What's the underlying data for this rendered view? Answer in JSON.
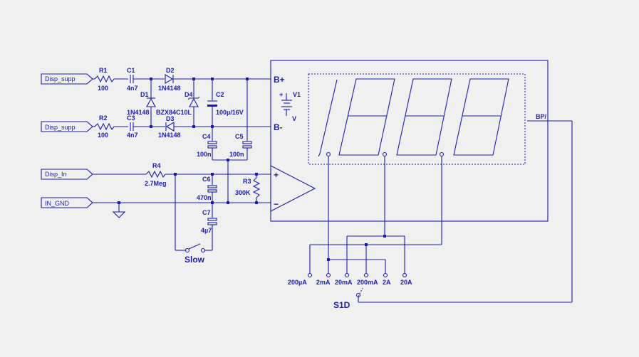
{
  "colors": {
    "wire": "#1c1cb0",
    "background": "#f0f0f0"
  },
  "net_labels": {
    "disp_supp_1": "Disp_supp",
    "disp_supp_2": "Disp_supp",
    "disp_in": "Disp_In",
    "in_gnd": "IN_GND",
    "bp": "BP/"
  },
  "components": {
    "r1": {
      "ref": "R1",
      "value": "100"
    },
    "r2": {
      "ref": "R2",
      "value": "100"
    },
    "r3": {
      "ref": "R3",
      "value": "300K"
    },
    "r4": {
      "ref": "R4",
      "value": "2.7Meg"
    },
    "c1": {
      "ref": "C1",
      "value": "4n7"
    },
    "c3": {
      "ref": "C3",
      "value": "4n7"
    },
    "c2": {
      "ref": "C2",
      "value": "100µ/16V"
    },
    "c4": {
      "ref": "C4",
      "value": "100n"
    },
    "c5": {
      "ref": "C5",
      "value": "100n"
    },
    "c6": {
      "ref": "C6",
      "value": "470n"
    },
    "c7": {
      "ref": "C7",
      "value": "4µ7"
    },
    "d1": {
      "ref": "D1",
      "value": "1N4148"
    },
    "d2": {
      "ref": "D2",
      "value": "1N4148"
    },
    "d3": {
      "ref": "D3",
      "value": "1N4148"
    },
    "d4": {
      "ref": "D4",
      "value": "BZX84C10L"
    },
    "v1": {
      "ref": "V1",
      "value": "V"
    }
  },
  "display": {
    "bplus": "B+",
    "bminus": "B-",
    "plus": "+",
    "minus": "−",
    "v_plus": "+"
  },
  "switches": {
    "slow": "Slow",
    "s1d": "S1D"
  },
  "ranges": [
    "200µA",
    "2mA",
    "20mA",
    "200mA",
    "2A",
    "20A"
  ]
}
